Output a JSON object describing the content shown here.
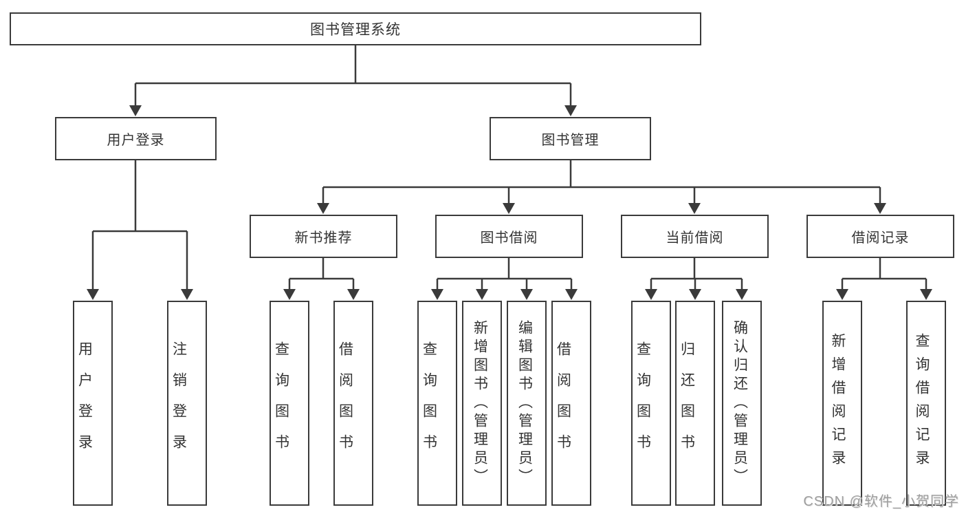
{
  "tree": {
    "root": {
      "label": "图书管理系统"
    },
    "branches": [
      {
        "label": "用户登录",
        "children": [
          {
            "label": "用户登录"
          },
          {
            "label": "注销登录"
          }
        ]
      },
      {
        "label": "图书管理",
        "groups": [
          {
            "label": "新书推荐",
            "children": [
              {
                "label": "查询图书"
              },
              {
                "label": "借阅图书"
              }
            ]
          },
          {
            "label": "图书借阅",
            "children": [
              {
                "label": "查询图书"
              },
              {
                "label": "新增图书（管理员）"
              },
              {
                "label": "编辑图书（管理员）"
              },
              {
                "label": "借阅图书"
              }
            ]
          },
          {
            "label": "当前借阅",
            "children": [
              {
                "label": "查询图书"
              },
              {
                "label": "归还图书"
              },
              {
                "label": "确认归还（管理员）"
              }
            ]
          },
          {
            "label": "借阅记录",
            "children": [
              {
                "label": "新增借阅记录"
              },
              {
                "label": "查询借阅记录"
              }
            ]
          }
        ]
      }
    ]
  },
  "watermark": {
    "text": "CSDN @软件_小贺同学"
  },
  "colors": {
    "line": "#3a3a3a",
    "box_border": "#3a3a3a",
    "text": "#333333",
    "background": "#ffffff",
    "watermark": "#9e9e9e"
  }
}
